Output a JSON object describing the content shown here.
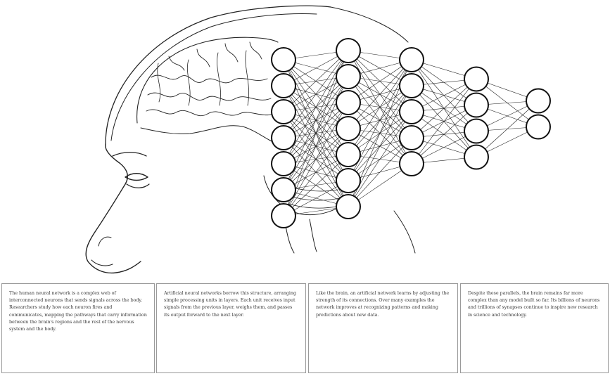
{
  "diagram": {
    "layers": [
      7,
      7,
      5,
      4,
      2
    ]
  },
  "captions": [
    {
      "text": "The human neural network is a complex web of interconnected neurons that sends signals across the body. Researchers study how each neuron fires and communicates, mapping the pathways that carry information between the brain's regions and the rest of the nervous system and the body."
    },
    {
      "text": "Artificial neural networks borrow this structure, arranging simple processing units in layers. Each unit receives input signals from the previous layer, weighs them, and passes its output forward to the next layer."
    },
    {
      "text": "Like the brain, an artificial network learns by adjusting the strength of its connections. Over many examples the network improves at recognizing patterns and making predictions about new data."
    },
    {
      "text": "Despite these parallels, the brain remains far more complex than any model built so far. Its billions of neurons and trillions of synapses continue to inspire new research in science and technology."
    }
  ]
}
